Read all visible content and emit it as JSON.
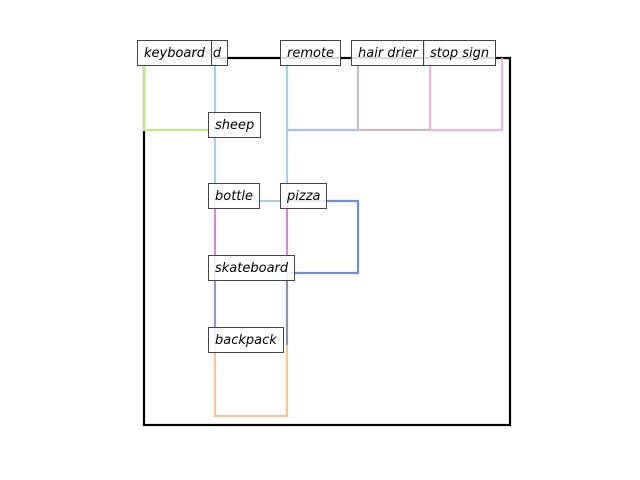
{
  "diagram": {
    "nodes": [
      {
        "id": "background",
        "label": "background"
      },
      {
        "id": "keyboard",
        "label": "keyboard"
      },
      {
        "id": "remote",
        "label": "remote"
      },
      {
        "id": "hair_drier",
        "label": "hair drier"
      },
      {
        "id": "stop_sign",
        "label": "stop sign"
      },
      {
        "id": "sheep",
        "label": "sheep"
      },
      {
        "id": "bottle",
        "label": "bottle"
      },
      {
        "id": "pizza",
        "label": "pizza"
      },
      {
        "id": "skateboard",
        "label": "skateboard"
      },
      {
        "id": "backpack",
        "label": "backpack"
      }
    ],
    "edge_colors": {
      "keyboard": "#c5e88a",
      "remote": "#aac2ea",
      "hair_drier": "#c9bcbc",
      "stop_sign": "#ecb3dc",
      "sheep_branch": "#a6cfe0",
      "pizza": "#6f8edb",
      "skateboard": "#c98ed0",
      "backpack_left": "#8b9dc4",
      "backpack_right": "#8d93a8",
      "backpack_loop": "#f6c79f",
      "frame": "#000000"
    }
  }
}
